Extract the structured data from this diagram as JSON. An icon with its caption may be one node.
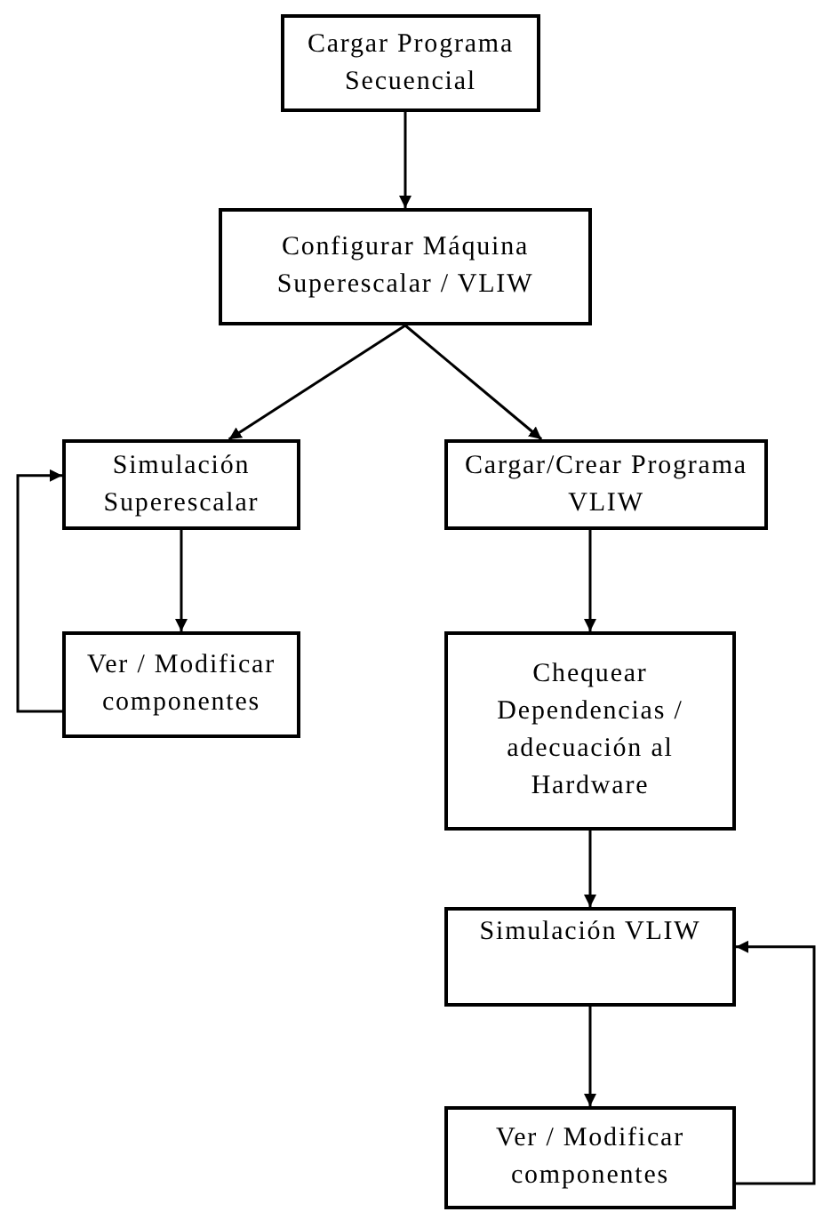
{
  "diagram": {
    "nodes": [
      {
        "text": [
          "Cargar Programa Secuencial"
        ]
      },
      {
        "text": [
          "Configurar Máquina Superescalar / VLIW"
        ]
      },
      {
        "text": [
          "Simulación Superescalar"
        ]
      },
      {
        "text": [
          "Cargar/Crear Programa VLIW"
        ]
      },
      {
        "text": [
          "Ver / Modificar componentes"
        ]
      },
      {
        "text": [
          "Chequear Dependencias / adecuación al Hardware"
        ]
      },
      {
        "text": [
          "Simulación VLIW"
        ]
      },
      {
        "text": [
          "Ver / Modificar componentes"
        ]
      }
    ],
    "edges": [
      {
        "from": 0,
        "to": 1,
        "arrow": "to"
      },
      {
        "from": 1,
        "to": 2,
        "arrow": "to"
      },
      {
        "from": 1,
        "to": 3,
        "arrow": "to"
      },
      {
        "from": 2,
        "to": 4,
        "arrow": "to"
      },
      {
        "from": 4,
        "to": 2,
        "arrow": "to"
      },
      {
        "from": 3,
        "to": 5,
        "arrow": "to"
      },
      {
        "from": 5,
        "to": 6,
        "arrow": "to"
      },
      {
        "from": 6,
        "to": 7,
        "arrow": "to"
      },
      {
        "from": 7,
        "to": 6,
        "arrow": "to"
      }
    ]
  }
}
